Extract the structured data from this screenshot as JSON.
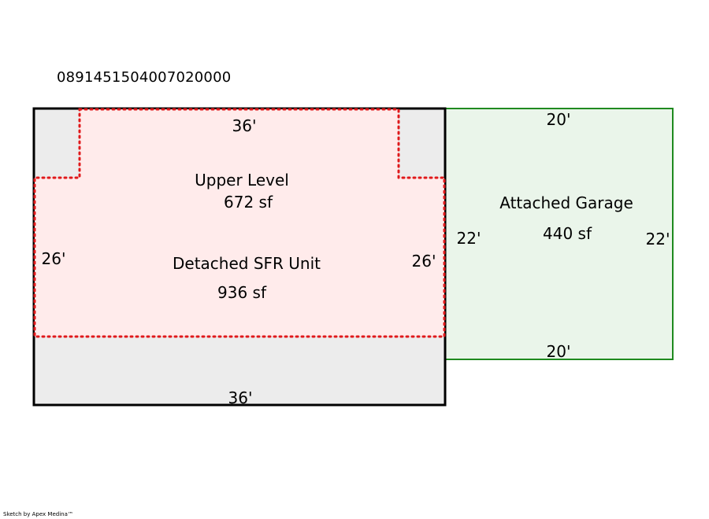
{
  "parcel_id": "0891451504007020000",
  "credit": "Sketch by Apex Medina™",
  "colors": {
    "main_fill": "#ececec",
    "main_stroke": "#000000",
    "upper_fill": "#ffebeb",
    "upper_stroke": "#e0191b",
    "garage_fill": "#eaf5ea",
    "garage_stroke": "#1f8a1f"
  },
  "main_unit": {
    "name": "Detached SFR Unit",
    "area": "936 sf",
    "dims": {
      "top": "36'",
      "bottom": "36'",
      "left": "26'",
      "right": "26'"
    }
  },
  "upper_level": {
    "name": "Upper Level",
    "area": "672 sf"
  },
  "garage": {
    "name": "Attached Garage",
    "area": "440 sf",
    "dims": {
      "top": "20'",
      "bottom": "20'",
      "left": "22'",
      "right": "22'"
    }
  }
}
